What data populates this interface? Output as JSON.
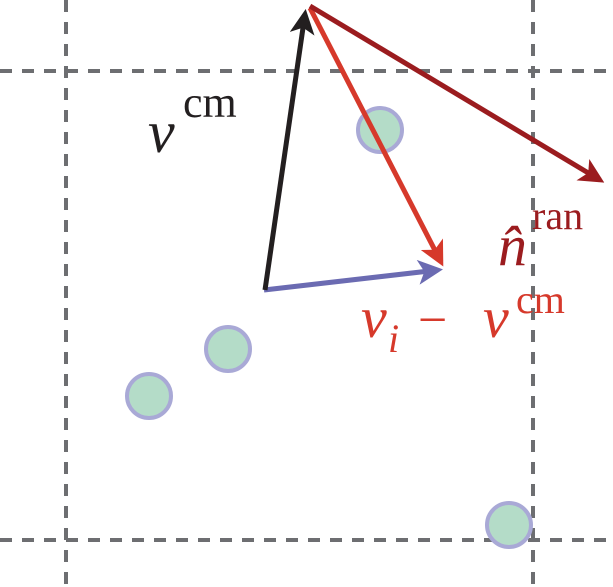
{
  "labels": {
    "vcm_symbol": "v",
    "vcm_superscript": "cm",
    "diff_v": "v",
    "diff_subscript": "i",
    "diff_minus": "−",
    "diff_v2": "v",
    "diff_superscript": "cm",
    "nran_symbol": "n̂",
    "nran_superscript": "ran"
  },
  "colors": {
    "grid": "#6d6e71",
    "particle_fill": "#b4dcc8",
    "particle_stroke": "#a9a9d6",
    "vcm_arrow": "#231f20",
    "diff_arrow": "#d6392b",
    "nran_arrow": "#9b1c1f",
    "relative_arrow": "#6b6bb2"
  }
}
